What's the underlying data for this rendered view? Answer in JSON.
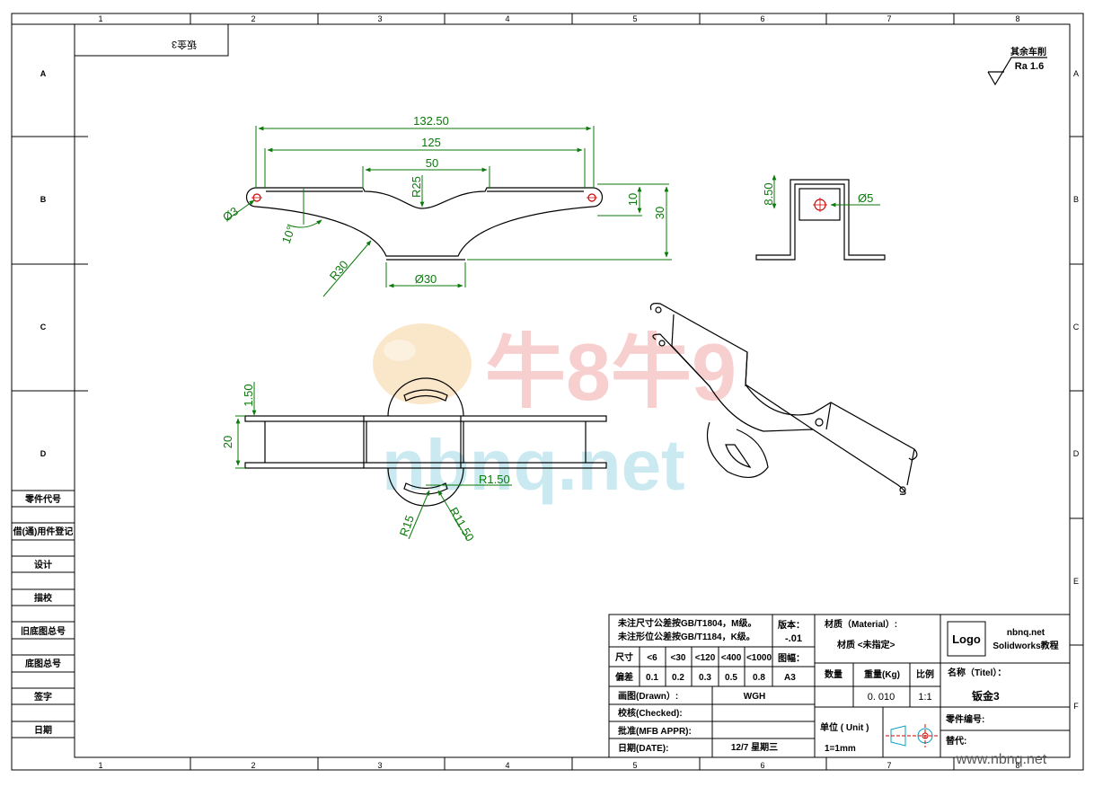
{
  "frame": {
    "columns": [
      "1",
      "2",
      "3",
      "4",
      "5",
      "6",
      "7",
      "8"
    ],
    "rows": [
      "A",
      "B",
      "C",
      "D",
      "E",
      "F"
    ],
    "mirrored_label": "钣金3"
  },
  "left_column": {
    "part_code": "零件代号",
    "borrowed_registration": "借(通)用件登记",
    "design": "设计",
    "trace": "描校",
    "old_drawing_no": "旧底图总号",
    "base_drawing_no": "底图总号",
    "signature": "签字",
    "date": "日期"
  },
  "surface_finish": {
    "note": "其余车削",
    "value": "Ra 1.6"
  },
  "dimensions": {
    "overall_length": "132.50",
    "hole_span": "125",
    "top_width": "50",
    "center_radius": "R25",
    "tab_height": "10",
    "total_height": "30",
    "hole_dia": "Ø3",
    "angle": "10°",
    "side_radius": "R30",
    "bottom_dia": "Ø30",
    "side_height": "8.50",
    "side_hole_dia": "Ø5",
    "thickness": "1.50",
    "width": "20",
    "slot_radius_small": "R1.50",
    "slot_radius_r15": "R15",
    "slot_radius_r1150": "R11.50"
  },
  "watermark": {
    "cn": "牛8牛9",
    "en": "nbnq.net"
  },
  "title_block": {
    "notes": [
      "未注尺寸公差按GB/T1804，M级。",
      "未注形位公差按GB/T1184，K级。"
    ],
    "tolerance_header": [
      "尺寸",
      "<6",
      "<30",
      "<120",
      "<400",
      "<1000"
    ],
    "tolerance_values": [
      "偏差",
      "0.1",
      "0.2",
      "0.3",
      "0.5",
      "0.8"
    ],
    "version_label": "版本：",
    "version_value": "-.01",
    "sheet_label": "图幅：",
    "sheet_value": "A3",
    "material_label": "材质（Material）:",
    "material_value": "材质 <未指定>",
    "qty_label": "数量",
    "weight_label": "重量(Kg)",
    "weight_value": "0. 010",
    "scale_label": "比例",
    "scale_value": "1:1",
    "drawn_label": "画图(Drawn）:",
    "drawn_value": "WGH",
    "checked_label": "校核(Checked):",
    "approved_label": "批准(MFB APPR):",
    "date_label": "日期(DATE):",
    "date_value": "12/7  星期三",
    "unit_label": "单位 ( Unit )",
    "unit_value": "1=1mm",
    "logo": "Logo",
    "company": "nbnq.net",
    "company_sub": "Solidworks教程",
    "title_label": "名称（Titel）：",
    "title_value": "钣金3",
    "part_no_label": "零件编号:",
    "replace_label": "替代:",
    "site": "www.nbnq.net"
  },
  "colors": {
    "dimension": "#0a7a0a",
    "hole_mark": "#d00000",
    "watermark_red": "#f1a9a9",
    "watermark_teal": "#9fd8e4"
  }
}
